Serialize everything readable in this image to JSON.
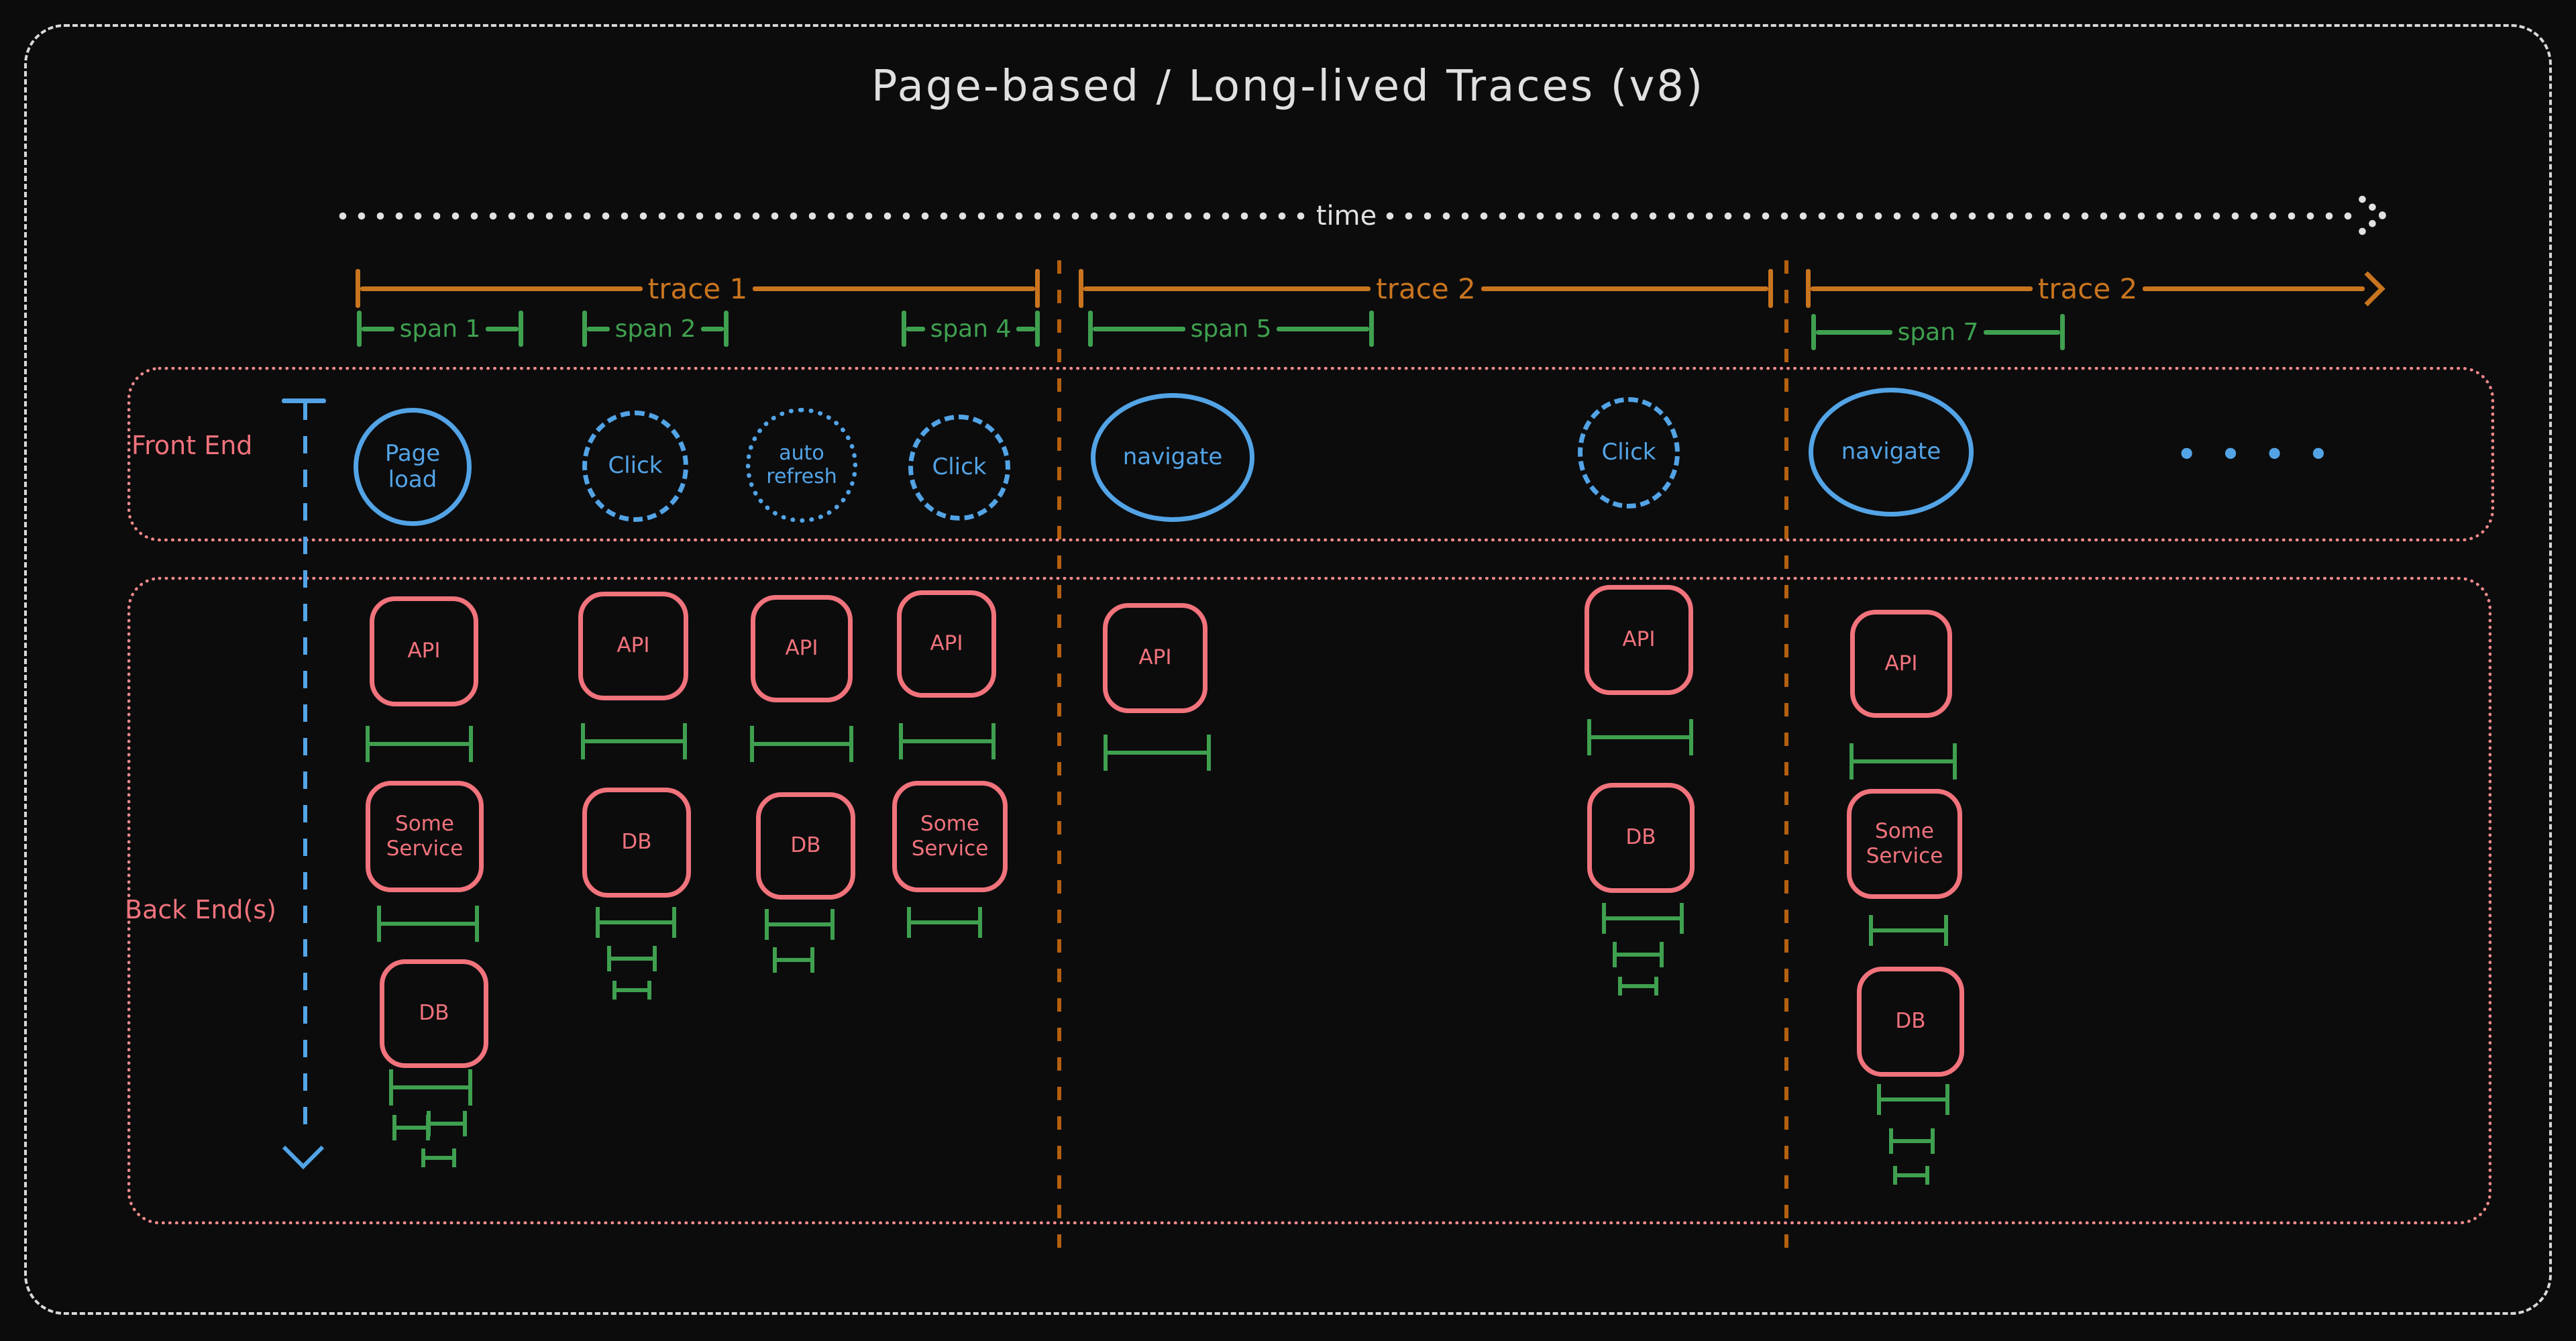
{
  "title": "Page-based / Long-lived Traces (v8)",
  "timeline": {
    "label": "time"
  },
  "traces": [
    {
      "label": "trace 1"
    },
    {
      "label": "trace 2"
    },
    {
      "label": "trace 2"
    }
  ],
  "spans": [
    {
      "label": "span 1"
    },
    {
      "label": "span 2"
    },
    {
      "label": "span 4"
    },
    {
      "label": "span 5"
    },
    {
      "label": "span 7"
    }
  ],
  "lanes": {
    "frontend": "Front End",
    "backend": "Back End(s)"
  },
  "frontend_events": [
    {
      "label": "Page load",
      "border": "solid"
    },
    {
      "label": "Click",
      "border": "dashed"
    },
    {
      "label": "auto refresh",
      "border": "dotted"
    },
    {
      "label": "Click",
      "border": "dashed"
    },
    {
      "label": "navigate",
      "border": "solid"
    },
    {
      "label": "Click",
      "border": "dashed"
    },
    {
      "label": "navigate",
      "border": "solid"
    }
  ],
  "ellipsis": "• • • •",
  "backend_columns": [
    {
      "services": [
        "API",
        "Some Service",
        "DB"
      ]
    },
    {
      "services": [
        "API",
        "DB"
      ]
    },
    {
      "services": [
        "API",
        "DB"
      ]
    },
    {
      "services": [
        "API",
        "Some Service"
      ]
    },
    {
      "services": [
        "API"
      ]
    },
    {
      "services": [
        "API",
        "DB"
      ]
    },
    {
      "services": [
        "API",
        "Some Service",
        "DB"
      ]
    }
  ],
  "colors": {
    "background": "#0c0c0d",
    "outline_dashed": "#d9d9d9",
    "trace_orange": "#c9751f",
    "span_green": "#3fa04f",
    "frontend_blue": "#53a4e6",
    "backend_salmon": "#f1737c",
    "lane_dotted_pink": "#ef8a8a"
  }
}
